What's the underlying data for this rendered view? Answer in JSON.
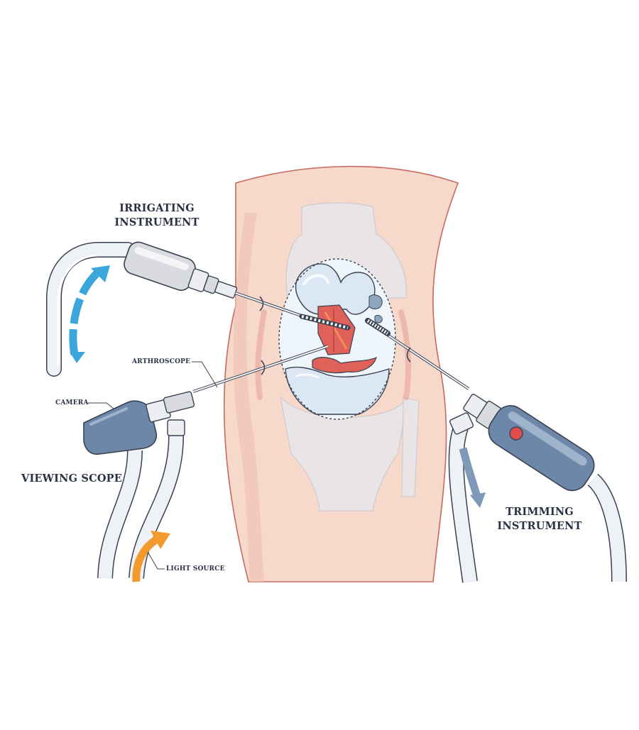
{
  "labels": {
    "irrigating": [
      "IRRIGATING",
      "INSTRUMENT"
    ],
    "arthroscope": "ARTHROSCOPE",
    "camera": "CAMERA",
    "viewing_scope": "VIEWING SCOPE",
    "trimming": [
      "TRIMMING",
      "INSTRUMENT"
    ],
    "light_source": "LIGHT SOURCE"
  },
  "colors": {
    "skin": "#f7d9cc",
    "skin_outline": "#c56a5f",
    "bone": "#e7e6ea",
    "cartilage": "#dbe8f3",
    "cartilage_highlight": "#f7fbff",
    "ligament": "#e0605a",
    "instrument_gray": "#d9dbe0",
    "instrument_blue": "#6c87a8",
    "tube": "#eef2f6",
    "arrow_blue": "#3aa6dc",
    "arrow_steel": "#7f9ab8",
    "arrow_orange": "#f29a2e",
    "outline": "#3a4152"
  },
  "icons": [
    "light-button-icon",
    "flow-arrow-icon"
  ]
}
